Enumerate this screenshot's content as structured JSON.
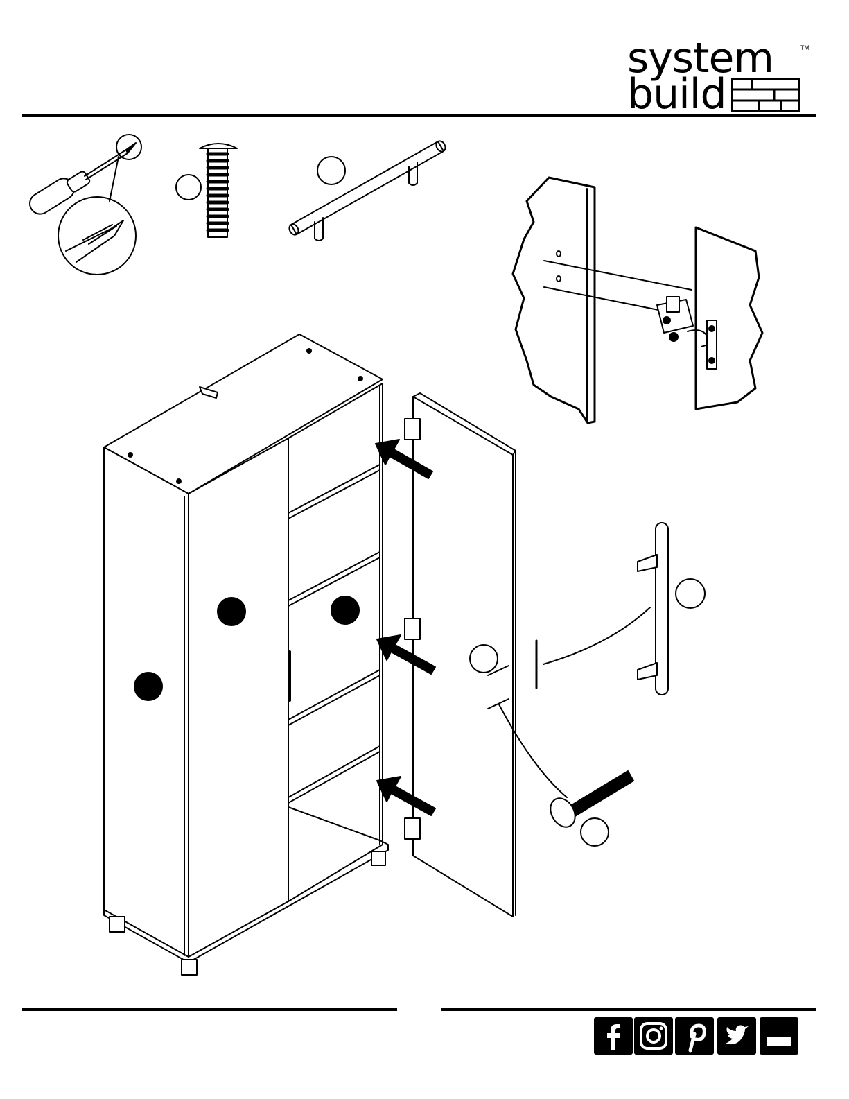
{
  "brand": {
    "line1": "system",
    "line2": "build",
    "trademark": "TM"
  },
  "footer": {
    "social_icons": [
      "facebook-icon",
      "instagram-icon",
      "pinterest-icon",
      "twitter-icon",
      "youtube-icon"
    ]
  },
  "colors": {
    "ink": "#000000",
    "paper": "#ffffff"
  }
}
